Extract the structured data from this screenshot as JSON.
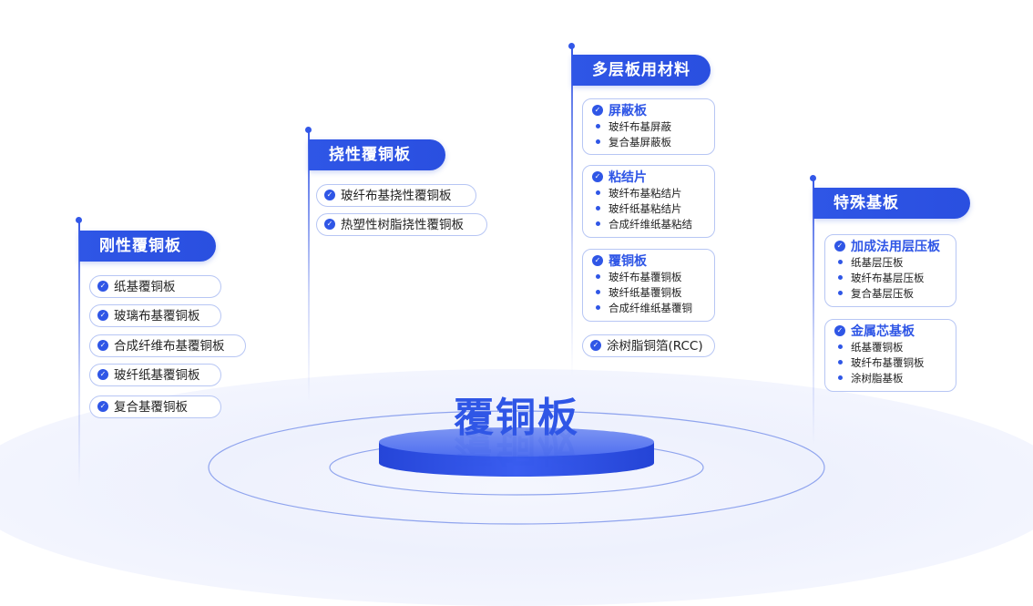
{
  "center": {
    "title": "覆铜板"
  },
  "columns": {
    "rigid": {
      "title": "刚性覆铜板",
      "items": [
        "纸基覆铜板",
        "玻璃布基覆铜板",
        "合成纤维布基覆铜板",
        "玻纤纸基覆铜板",
        "复合基覆铜板"
      ]
    },
    "flexible": {
      "title": "挠性覆铜板",
      "items": [
        "玻纤布基挠性覆铜板",
        "热塑性树脂挠性覆铜板"
      ]
    },
    "multilayer": {
      "title": "多层板用材料",
      "groups": [
        {
          "head": "屏蔽板",
          "items": [
            "玻纤布基屏蔽",
            "复合基屏蔽板"
          ]
        },
        {
          "head": "粘结片",
          "items": [
            "玻纤布基粘结片",
            "玻纤纸基粘结片",
            "合成纤维纸基粘结"
          ]
        },
        {
          "head": "覆铜板",
          "items": [
            "玻纤布基覆铜板",
            "玻纤纸基覆铜板",
            "合成纤维纸基覆铜"
          ]
        }
      ],
      "extra": "涂树脂铜箔(RCC)"
    },
    "special": {
      "title": "特殊基板",
      "groups": [
        {
          "head": "加成法用层压板",
          "items": [
            "纸基层压板",
            "玻纤布基层压板",
            "复合基层压板"
          ]
        },
        {
          "head": "金属芯基板",
          "items": [
            "纸基覆铜板",
            "玻纤布基覆铜板",
            "涂树脂基板"
          ]
        }
      ]
    }
  },
  "colors": {
    "accent": "#2f56e6",
    "border": "#b7c6f4"
  },
  "icons": {
    "check": "check-circle-icon",
    "bullet": "bullet-dot-icon"
  }
}
